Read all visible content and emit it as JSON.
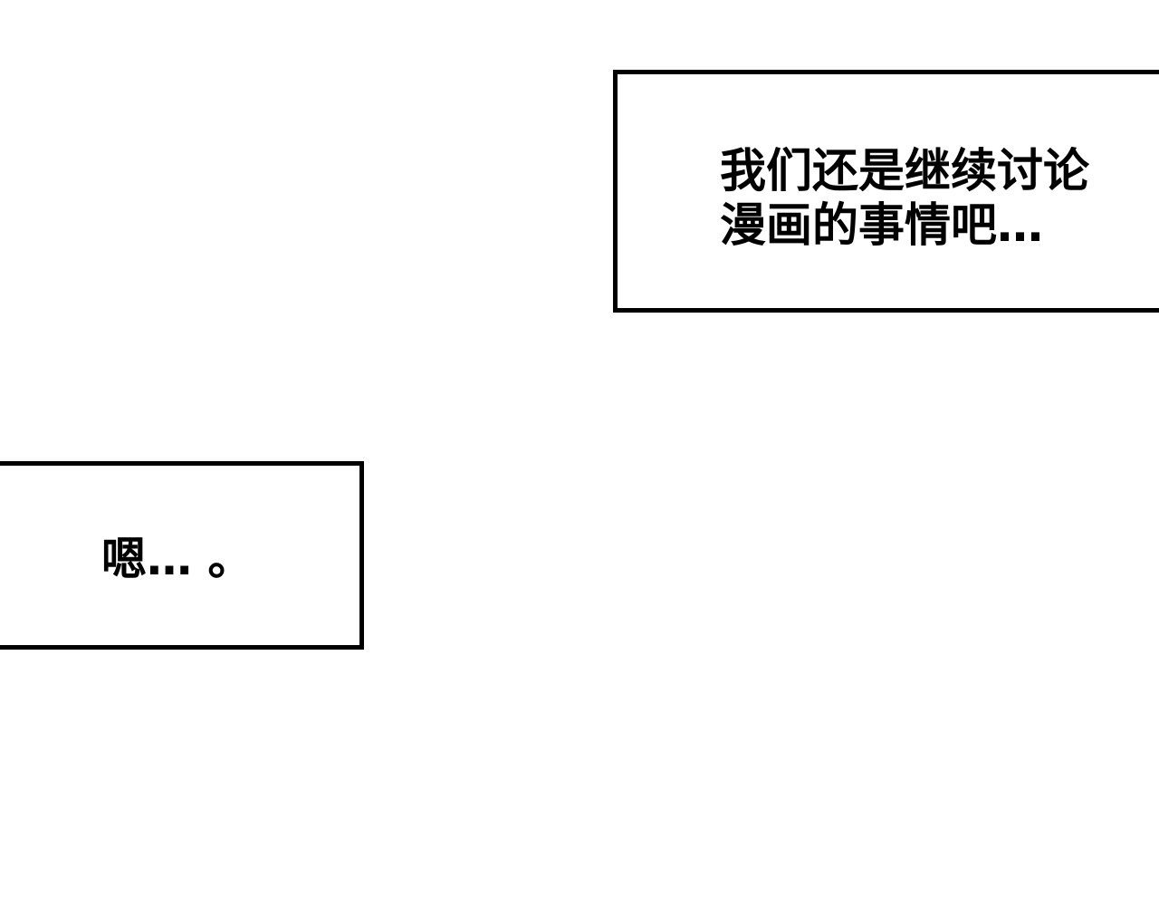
{
  "captions": {
    "top": {
      "lines": [
        "我们还是继续讨论",
        "漫画的事情吧…"
      ]
    },
    "bottom": {
      "text": "嗯… 。"
    }
  },
  "colors": {
    "background": "#ffffff",
    "border": "#000000",
    "text": "#000000"
  }
}
